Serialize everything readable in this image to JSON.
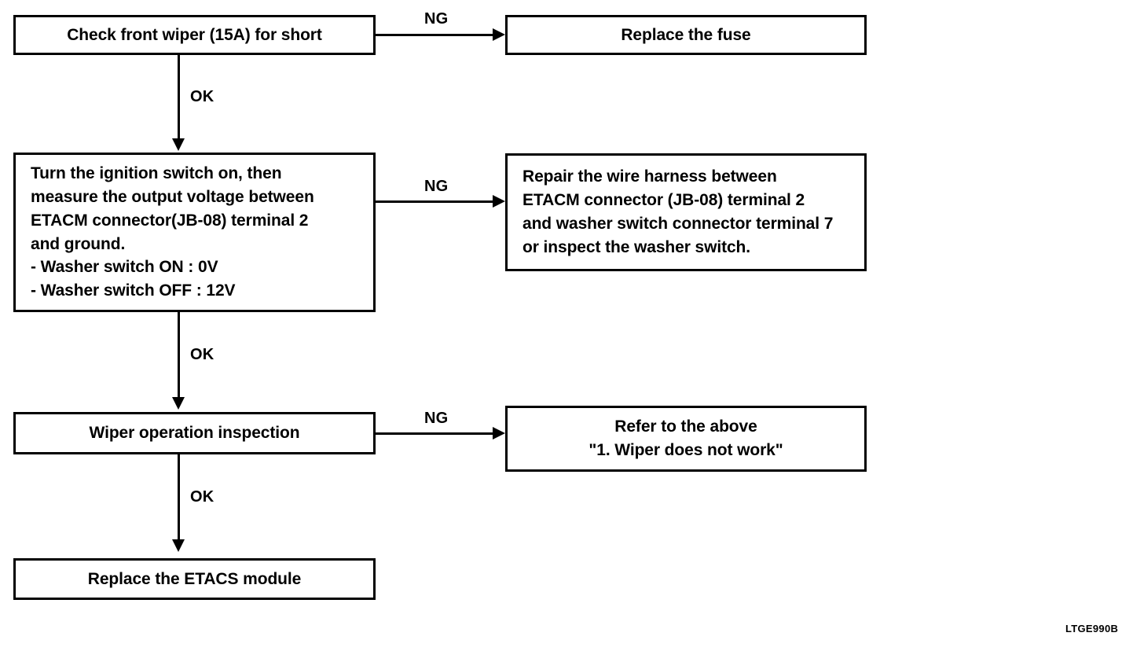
{
  "figure": {
    "code": "LTGE990B",
    "type": "troubleshooting-flowchart"
  },
  "nodes": {
    "check_fuse": {
      "label": "Check front wiper (15A) for short",
      "align": "center"
    },
    "replace_fuse": {
      "label": "Replace the fuse",
      "align": "center"
    },
    "measure_voltage": {
      "label": "Turn the ignition switch on, then\nmeasure the output voltage between\nETACM connector(JB-08) terminal 2\nand ground.\n- Washer switch ON : 0V\n- Washer switch OFF : 12V",
      "align": "left"
    },
    "repair_harness": {
      "label": "Repair the wire harness between\nETACM connector (JB-08) terminal 2\nand washer switch connector terminal 7\nor inspect the washer switch.",
      "align": "left"
    },
    "wiper_inspection": {
      "label": "Wiper operation inspection",
      "align": "center"
    },
    "refer_above": {
      "label": "Refer to the above\n\"1. Wiper does not work\"",
      "align": "center"
    },
    "replace_etacs": {
      "label": "Replace the ETACS module",
      "align": "center"
    }
  },
  "edges": {
    "ng_1": {
      "label": "NG"
    },
    "ng_2": {
      "label": "NG"
    },
    "ng_3": {
      "label": "NG"
    },
    "ok_1": {
      "label": "OK"
    },
    "ok_2": {
      "label": "OK"
    },
    "ok_3": {
      "label": "OK"
    }
  },
  "colors": {
    "stroke": "#000000",
    "fill": "#ffffff"
  }
}
